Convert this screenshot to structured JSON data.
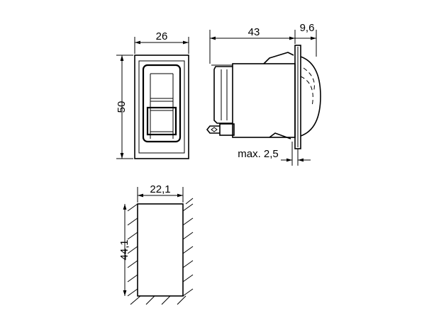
{
  "dimensions": {
    "front_width": "26",
    "front_height": "50",
    "side_depth": "43",
    "bezel_depth": "9,6",
    "panel_thickness": "max. 2,5",
    "cutout_width": "22,1",
    "cutout_height": "44,1"
  }
}
